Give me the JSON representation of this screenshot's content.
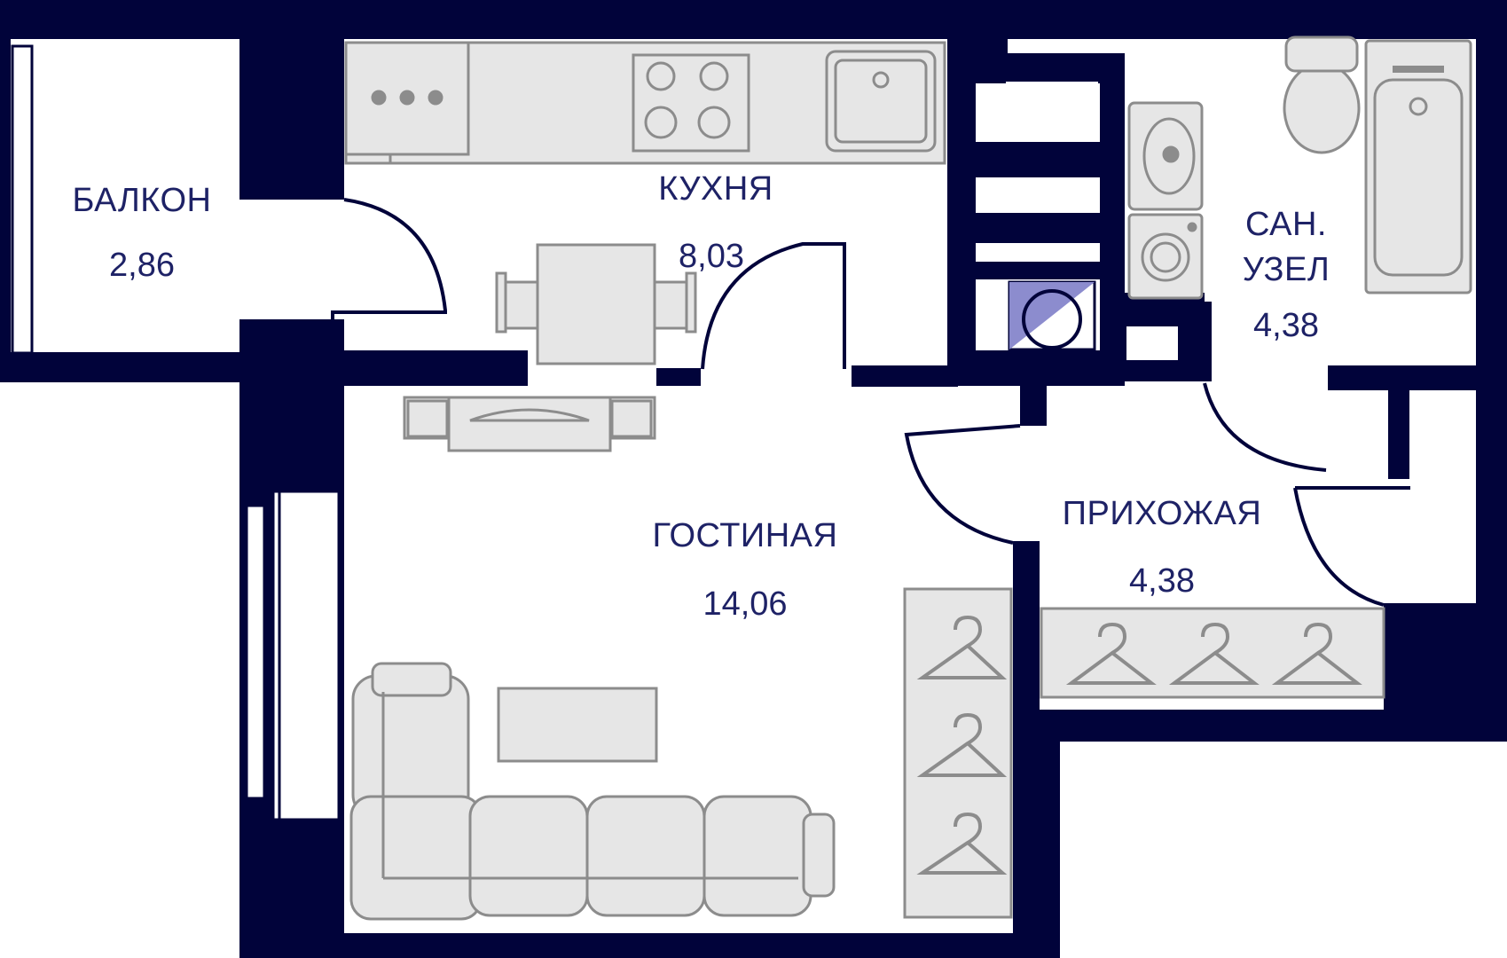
{
  "colors": {
    "wall": "#01033a",
    "furniture_fill": "#e6e6e6",
    "furniture_stroke": "#8c8c8c",
    "text": "#1e2266",
    "accent": "#8c8cce"
  },
  "rooms": [
    {
      "id": "balcony",
      "name": "БАЛКОН",
      "area": "2,86"
    },
    {
      "id": "kitchen",
      "name": "КУХНЯ",
      "area": "8,03"
    },
    {
      "id": "bathroom",
      "name_lines": [
        "САН.",
        "УЗЕЛ"
      ],
      "area": "4,38"
    },
    {
      "id": "living",
      "name": "ГОСТИНАЯ",
      "area": "14,06"
    },
    {
      "id": "hallway",
      "name": "ПРИХОЖАЯ",
      "area": "4,38"
    }
  ]
}
